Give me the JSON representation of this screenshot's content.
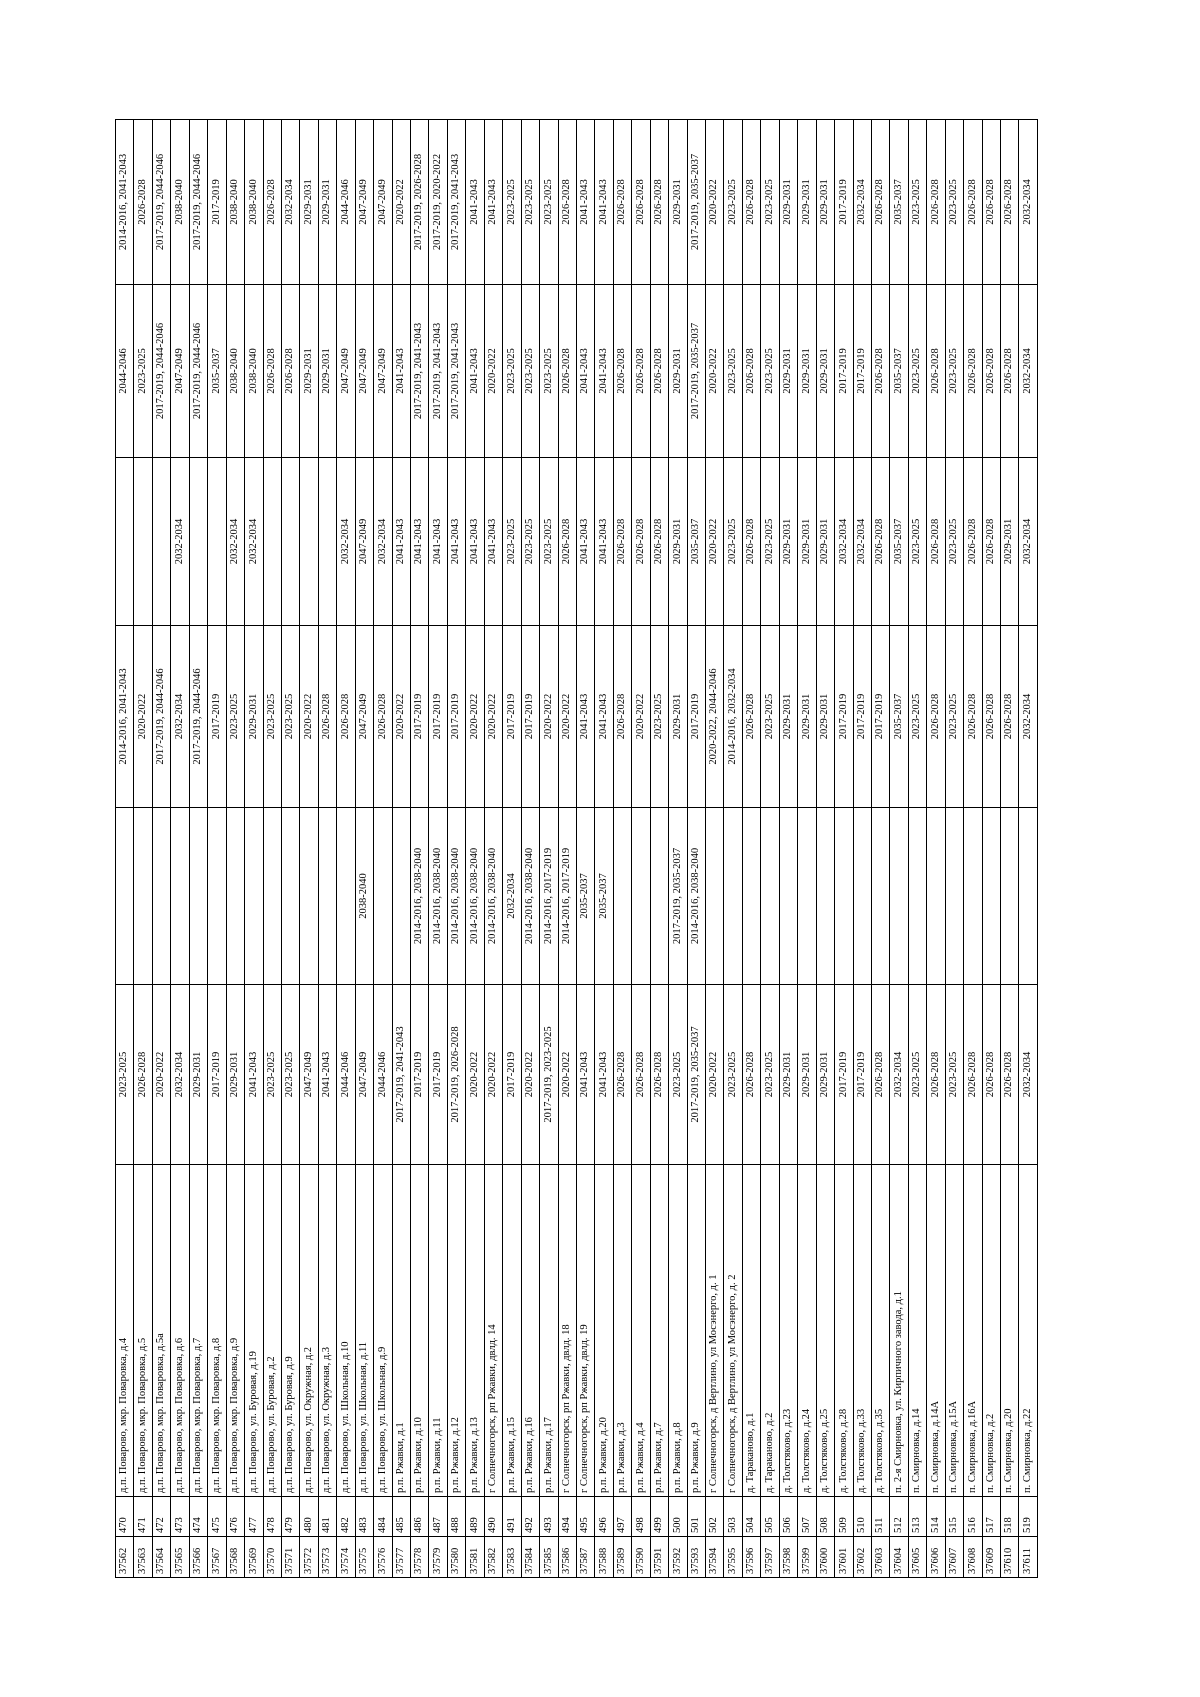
{
  "table": {
    "rows": [
      [
        "37562",
        "470",
        "д.п. Поварово, мкр. Поваровка, д.4",
        "2023-2025",
        "",
        "2014-2016, 2041-2043",
        "",
        "2044-2046",
        "2014-2016, 2041-2043"
      ],
      [
        "37563",
        "471",
        "д.п. Поварово, мкр. Поваровка, д.5",
        "2026-2028",
        "",
        "2020-2022",
        "",
        "2023-2025",
        "2026-2028"
      ],
      [
        "37564",
        "472",
        "д.п. Поварово, мкр. Поваровка, д.5а",
        "2020-2022",
        "",
        "2017-2019, 2044-2046",
        "",
        "2017-2019, 2044-2046",
        "2017-2019, 2044-2046"
      ],
      [
        "37565",
        "473",
        "д.п. Поварово, мкр. Поваровка, д.6",
        "2032-2034",
        "",
        "2032-2034",
        "2032-2034",
        "2047-2049",
        "2038-2040"
      ],
      [
        "37566",
        "474",
        "д.п. Поварово, мкр. Поваровка, д.7",
        "2029-2031",
        "",
        "2017-2019, 2044-2046",
        "",
        "2017-2019, 2044-2046",
        "2017-2019, 2044-2046"
      ],
      [
        "37567",
        "475",
        "д.п. Поварово, мкр. Поваровка, д.8",
        "2017-2019",
        "",
        "2017-2019",
        "",
        "2035-2037",
        "2017-2019"
      ],
      [
        "37568",
        "476",
        "д.п. Поварово, мкр. Поваровка, д.9",
        "2029-2031",
        "",
        "2023-2025",
        "2032-2034",
        "2038-2040",
        "2038-2040"
      ],
      [
        "37569",
        "477",
        "д.п. Поварово, ул. Буровая, д.19",
        "2041-2043",
        "",
        "2029-2031",
        "2032-2034",
        "2038-2040",
        "2038-2040"
      ],
      [
        "37570",
        "478",
        "д.п. Поварово, ул. Буровая, д.2",
        "2023-2025",
        "",
        "2023-2025",
        "",
        "2026-2028",
        "2026-2028"
      ],
      [
        "37571",
        "479",
        "д.п. Поварово, ул. Буровая, д.9",
        "2023-2025",
        "",
        "2023-2025",
        "",
        "2026-2028",
        "2032-2034"
      ],
      [
        "37572",
        "480",
        "д.п. Поварово, ул. Окружная, д.2",
        "2047-2049",
        "",
        "2020-2022",
        "",
        "2029-2031",
        "2029-2031"
      ],
      [
        "37573",
        "481",
        "д.п. Поварово, ул. Окружная, д.3",
        "2041-2043",
        "",
        "2026-2028",
        "",
        "2029-2031",
        "2029-2031"
      ],
      [
        "37574",
        "482",
        "д.п. Поварово, ул. Школьная, д.10",
        "2044-2046",
        "",
        "2026-2028",
        "2032-2034",
        "2047-2049",
        "2044-2046"
      ],
      [
        "37575",
        "483",
        "д.п. Поварово, ул. Школьная, д.11",
        "2047-2049",
        "2038-2040",
        "2047-2049",
        "2047-2049",
        "2047-2049",
        "2047-2049"
      ],
      [
        "37576",
        "484",
        "д.п. Поварово, ул. Школьная, д.9",
        "2044-2046",
        "",
        "2026-2028",
        "2032-2034",
        "2047-2049",
        "2047-2049"
      ],
      [
        "37577",
        "485",
        "р.п. Ржавки, д.1",
        "2017-2019, 2041-2043",
        "",
        "2020-2022",
        "2041-2043",
        "2041-2043",
        "2020-2022"
      ],
      [
        "37578",
        "486",
        "р.п. Ржавки, д.10",
        "2017-2019",
        "2014-2016, 2038-2040",
        "2017-2019",
        "2041-2043",
        "2017-2019, 2041-2043",
        "2017-2019, 2026-2028"
      ],
      [
        "37579",
        "487",
        "р.п. Ржавки, д.11",
        "2017-2019",
        "2014-2016, 2038-2040",
        "2017-2019",
        "2041-2043",
        "2017-2019, 2041-2043",
        "2017-2019, 2020-2022"
      ],
      [
        "37580",
        "488",
        "р.п. Ржавки, д.12",
        "2017-2019, 2026-2028",
        "2014-2016, 2038-2040",
        "2017-2019",
        "2041-2043",
        "2017-2019, 2041-2043",
        "2017-2019, 2041-2043"
      ],
      [
        "37581",
        "489",
        "р.п. Ржавки, д.13",
        "2020-2022",
        "2014-2016, 2038-2040",
        "2020-2022",
        "2041-2043",
        "2041-2043",
        "2041-2043"
      ],
      [
        "37582",
        "490",
        "г Солнечногорск, рп Ржавки, двлд. 14",
        "2020-2022",
        "2014-2016, 2038-2040",
        "2020-2022",
        "2041-2043",
        "2020-2022",
        "2041-2043"
      ],
      [
        "37583",
        "491",
        "р.п. Ржавки, д.15",
        "2017-2019",
        "2032-2034",
        "2017-2019",
        "2023-2025",
        "2023-2025",
        "2023-2025"
      ],
      [
        "37584",
        "492",
        "р.п. Ржавки, д.16",
        "2020-2022",
        "2014-2016, 2038-2040",
        "2017-2019",
        "2023-2025",
        "2023-2025",
        "2023-2025"
      ],
      [
        "37585",
        "493",
        "р.п. Ржавки, д.17",
        "2017-2019, 2023-2025",
        "2014-2016, 2017-2019",
        "2020-2022",
        "2023-2025",
        "2023-2025",
        "2023-2025"
      ],
      [
        "37586",
        "494",
        "г Солнечногорск, рп Ржавки, двлд. 18",
        "2020-2022",
        "2014-2016, 2017-2019",
        "2020-2022",
        "2026-2028",
        "2026-2028",
        "2026-2028"
      ],
      [
        "37587",
        "495",
        "г Солнечногорск, рп Ржавки, двлд. 19",
        "2041-2043",
        "2035-2037",
        "2041-2043",
        "2041-2043",
        "2041-2043",
        "2041-2043"
      ],
      [
        "37588",
        "496",
        "р.п. Ржавки, д.20",
        "2041-2043",
        "2035-2037",
        "2041-2043",
        "2041-2043",
        "2041-2043",
        "2041-2043"
      ],
      [
        "37589",
        "497",
        "р.п. Ржавки, д.3",
        "2026-2028",
        "",
        "2026-2028",
        "2026-2028",
        "2026-2028",
        "2026-2028"
      ],
      [
        "37590",
        "498",
        "р.п. Ржавки, д.4",
        "2026-2028",
        "",
        "2020-2022",
        "2026-2028",
        "2026-2028",
        "2026-2028"
      ],
      [
        "37591",
        "499",
        "р.п. Ржавки, д.7",
        "2026-2028",
        "",
        "2023-2025",
        "2026-2028",
        "2026-2028",
        "2026-2028"
      ],
      [
        "37592",
        "500",
        "р.п. Ржавки, д.8",
        "2023-2025",
        "2017-2019, 2035-2037",
        "2029-2031",
        "2029-2031",
        "2029-2031",
        "2029-2031"
      ],
      [
        "37593",
        "501",
        "р.п. Ржавки, д.9",
        "2017-2019, 2035-2037",
        "2014-2016, 2038-2040",
        "2017-2019",
        "2035-2037",
        "2017-2019, 2035-2037",
        "2017-2019, 2035-2037"
      ],
      [
        "37594",
        "502",
        "г Солнечногорск, д Вертлино, ул Мосэнерго, д. 1",
        "2020-2022",
        "",
        "2020-2022, 2044-2046",
        "2020-2022",
        "2020-2022",
        "2020-2022"
      ],
      [
        "37595",
        "503",
        "г Солнечногорск, д Вертлино, ул Мосэнерго, д. 2",
        "2023-2025",
        "",
        "2014-2016, 2032-2034",
        "2023-2025",
        "2023-2025",
        "2023-2025"
      ],
      [
        "37596",
        "504",
        "д. Тараканово, д.1",
        "2026-2028",
        "",
        "2026-2028",
        "2026-2028",
        "2026-2028",
        "2026-2028"
      ],
      [
        "37597",
        "505",
        "д. Тараканово, д.2",
        "2023-2025",
        "",
        "2023-2025",
        "2023-2025",
        "2023-2025",
        "2023-2025"
      ],
      [
        "37598",
        "506",
        "д. Толстяково, д.23",
        "2029-2031",
        "",
        "2029-2031",
        "2029-2031",
        "2029-2031",
        "2029-2031"
      ],
      [
        "37599",
        "507",
        "д. Толстяково, д.24",
        "2029-2031",
        "",
        "2029-2031",
        "2029-2031",
        "2029-2031",
        "2029-2031"
      ],
      [
        "37600",
        "508",
        "д. Толстяково, д.25",
        "2029-2031",
        "",
        "2029-2031",
        "2029-2031",
        "2029-2031",
        "2029-2031"
      ],
      [
        "37601",
        "509",
        "д. Толстяково, д.28",
        "2017-2019",
        "",
        "2017-2019",
        "2032-2034",
        "2017-2019",
        "2017-2019"
      ],
      [
        "37602",
        "510",
        "д. Толстяково, д.33",
        "2017-2019",
        "",
        "2017-2019",
        "2032-2034",
        "2017-2019",
        "2032-2034"
      ],
      [
        "37603",
        "511",
        "д. Толстяково, д.35",
        "2026-2028",
        "",
        "2017-2019",
        "2026-2028",
        "2026-2028",
        "2026-2028"
      ],
      [
        "37604",
        "512",
        "п. 2-я Смирновка, ул. Кирпичного завода, д.1",
        "2032-2034",
        "",
        "2035-2037",
        "2035-2037",
        "2035-2037",
        "2035-2037"
      ],
      [
        "37605",
        "513",
        "п. Смирновка, д.14",
        "2023-2025",
        "",
        "2023-2025",
        "2023-2025",
        "2023-2025",
        "2023-2025"
      ],
      [
        "37606",
        "514",
        "п. Смирновка, д.14А",
        "2026-2028",
        "",
        "2026-2028",
        "2026-2028",
        "2026-2028",
        "2026-2028"
      ],
      [
        "37607",
        "515",
        "п. Смирновка, д.15А",
        "2023-2025",
        "",
        "2023-2025",
        "2023-2025",
        "2023-2025",
        "2023-2025"
      ],
      [
        "37608",
        "516",
        "п. Смирновка, д.16А",
        "2026-2028",
        "",
        "2026-2028",
        "2026-2028",
        "2026-2028",
        "2026-2028"
      ],
      [
        "37609",
        "517",
        "п. Смирновка, д.2",
        "2026-2028",
        "",
        "2026-2028",
        "2026-2028",
        "2026-2028",
        "2026-2028"
      ],
      [
        "37610",
        "518",
        "п. Смирновка, д.20",
        "2026-2028",
        "",
        "2026-2028",
        "2029-2031",
        "2026-2028",
        "2026-2028"
      ],
      [
        "37611",
        "519",
        "п. Смирновка, д.22",
        "2032-2034",
        "",
        "2032-2034",
        "2032-2034",
        "2032-2034",
        "2032-2034"
      ]
    ]
  }
}
